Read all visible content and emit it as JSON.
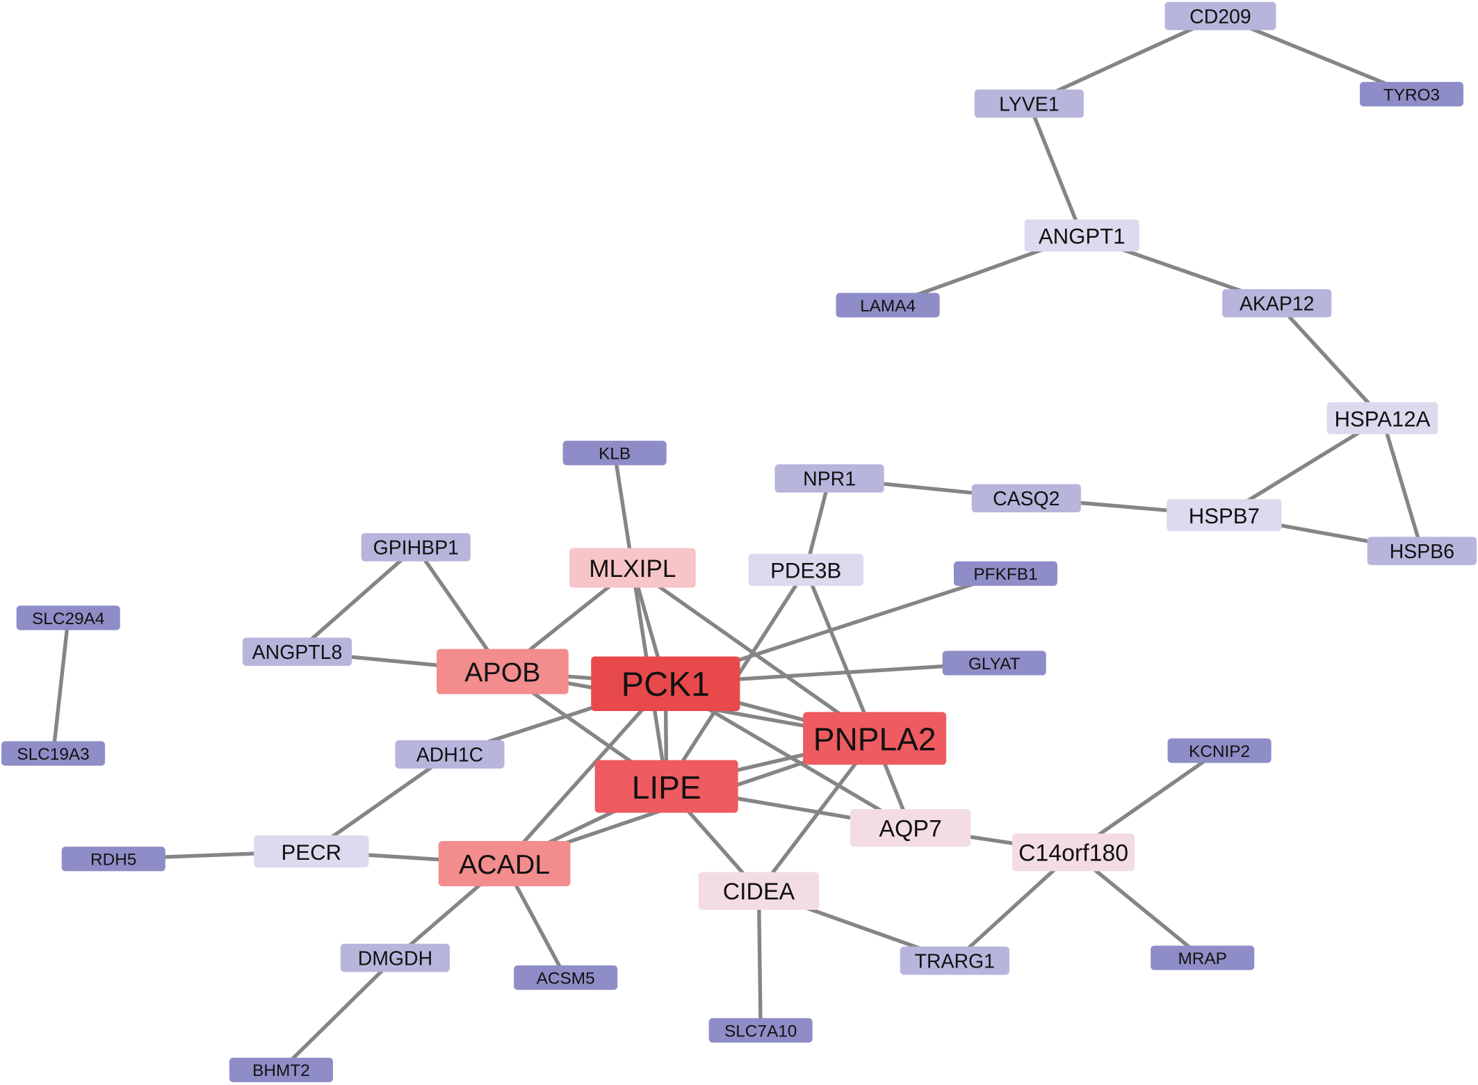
{
  "title": "Gene interaction network",
  "colors": {
    "edge": "#858585",
    "level_colors": {
      "red": "#e8494b",
      "red2": "#ee5b60",
      "salmon": "#f28c8d",
      "pink": "#f7c4c7",
      "pale": "#f3dce6",
      "light": "#dcdaee",
      "medium": "#b7b5dc",
      "dark": "#8e8dc7"
    }
  },
  "nodes": [
    {
      "id": "CD209",
      "level": "medium"
    },
    {
      "id": "TYRO3",
      "level": "dark"
    },
    {
      "id": "LYVE1",
      "level": "medium"
    },
    {
      "id": "ANGPT1",
      "level": "light"
    },
    {
      "id": "LAMA4",
      "level": "dark"
    },
    {
      "id": "AKAP12",
      "level": "medium"
    },
    {
      "id": "HSPA12A",
      "level": "light"
    },
    {
      "id": "KLB",
      "level": "dark"
    },
    {
      "id": "NPR1",
      "level": "medium"
    },
    {
      "id": "CASQ2",
      "level": "medium"
    },
    {
      "id": "HSPB7",
      "level": "light"
    },
    {
      "id": "HSPB6",
      "level": "medium"
    },
    {
      "id": "GPIHBP1",
      "level": "medium"
    },
    {
      "id": "MLXIPL",
      "level": "pink"
    },
    {
      "id": "PDE3B",
      "level": "light"
    },
    {
      "id": "PFKFB1",
      "level": "dark"
    },
    {
      "id": "SLC29A4",
      "level": "dark"
    },
    {
      "id": "ANGPTL8",
      "level": "medium"
    },
    {
      "id": "APOB",
      "level": "salmon"
    },
    {
      "id": "PCK1",
      "level": "red"
    },
    {
      "id": "GLYAT",
      "level": "dark"
    },
    {
      "id": "PNPLA2",
      "level": "red2"
    },
    {
      "id": "SLC19A3",
      "level": "dark"
    },
    {
      "id": "KCNIP2",
      "level": "dark"
    },
    {
      "id": "ADH1C",
      "level": "medium"
    },
    {
      "id": "LIPE",
      "level": "red2"
    },
    {
      "id": "AQP7",
      "level": "pale"
    },
    {
      "id": "PECR",
      "level": "light"
    },
    {
      "id": "C14orf180",
      "level": "pale"
    },
    {
      "id": "RDH5",
      "level": "dark"
    },
    {
      "id": "ACADL",
      "level": "salmon"
    },
    {
      "id": "CIDEA",
      "level": "pale"
    },
    {
      "id": "DMGDH",
      "level": "medium"
    },
    {
      "id": "TRARG1",
      "level": "medium"
    },
    {
      "id": "MRAP",
      "level": "dark"
    },
    {
      "id": "ACSM5",
      "level": "dark"
    },
    {
      "id": "SLC7A10",
      "level": "dark"
    },
    {
      "id": "BHMT2",
      "level": "dark"
    }
  ],
  "edges": [
    [
      "CD209",
      "LYVE1"
    ],
    [
      "CD209",
      "TYRO3"
    ],
    [
      "LYVE1",
      "ANGPT1"
    ],
    [
      "ANGPT1",
      "LAMA4"
    ],
    [
      "ANGPT1",
      "AKAP12"
    ],
    [
      "AKAP12",
      "HSPA12A"
    ],
    [
      "HSPA12A",
      "HSPB7"
    ],
    [
      "HSPA12A",
      "HSPB6"
    ],
    [
      "HSPB7",
      "HSPB6"
    ],
    [
      "CASQ2",
      "HSPB7"
    ],
    [
      "NPR1",
      "CASQ2"
    ],
    [
      "NPR1",
      "PDE3B"
    ],
    [
      "KLB",
      "MLXIPL"
    ],
    [
      "GPIHBP1",
      "ANGPTL8"
    ],
    [
      "GPIHBP1",
      "APOB"
    ],
    [
      "ANGPTL8",
      "APOB"
    ],
    [
      "MLXIPL",
      "APOB"
    ],
    [
      "MLXIPL",
      "PCK1"
    ],
    [
      "MLXIPL",
      "LIPE"
    ],
    [
      "MLXIPL",
      "PNPLA2"
    ],
    [
      "APOB",
      "PCK1"
    ],
    [
      "APOB",
      "PNPLA2"
    ],
    [
      "APOB",
      "LIPE"
    ],
    [
      "PDE3B",
      "LIPE"
    ],
    [
      "PDE3B",
      "PNPLA2"
    ],
    [
      "PFKFB1",
      "PCK1"
    ],
    [
      "GLYAT",
      "PCK1"
    ],
    [
      "PCK1",
      "PNPLA2"
    ],
    [
      "PCK1",
      "ADH1C"
    ],
    [
      "PCK1",
      "ACADL"
    ],
    [
      "PCK1",
      "LIPE"
    ],
    [
      "PCK1",
      "AQP7"
    ],
    [
      "LIPE",
      "PNPLA2"
    ],
    [
      "ACADL",
      "PNPLA2"
    ],
    [
      "LIPE",
      "AQP7"
    ],
    [
      "LIPE",
      "CIDEA"
    ],
    [
      "PNPLA2",
      "CIDEA"
    ],
    [
      "PNPLA2",
      "AQP7"
    ],
    [
      "ACADL",
      "LIPE"
    ],
    [
      "ADH1C",
      "PECR"
    ],
    [
      "PECR",
      "RDH5"
    ],
    [
      "PECR",
      "ACADL"
    ],
    [
      "ACADL",
      "DMGDH"
    ],
    [
      "ACADL",
      "ACSM5"
    ],
    [
      "DMGDH",
      "BHMT2"
    ],
    [
      "CIDEA",
      "SLC7A10"
    ],
    [
      "CIDEA",
      "TRARG1"
    ],
    [
      "TRARG1",
      "C14orf180"
    ],
    [
      "AQP7",
      "C14orf180"
    ],
    [
      "C14orf180",
      "KCNIP2"
    ],
    [
      "C14orf180",
      "MRAP"
    ],
    [
      "SLC29A4",
      "SLC19A3"
    ]
  ]
}
